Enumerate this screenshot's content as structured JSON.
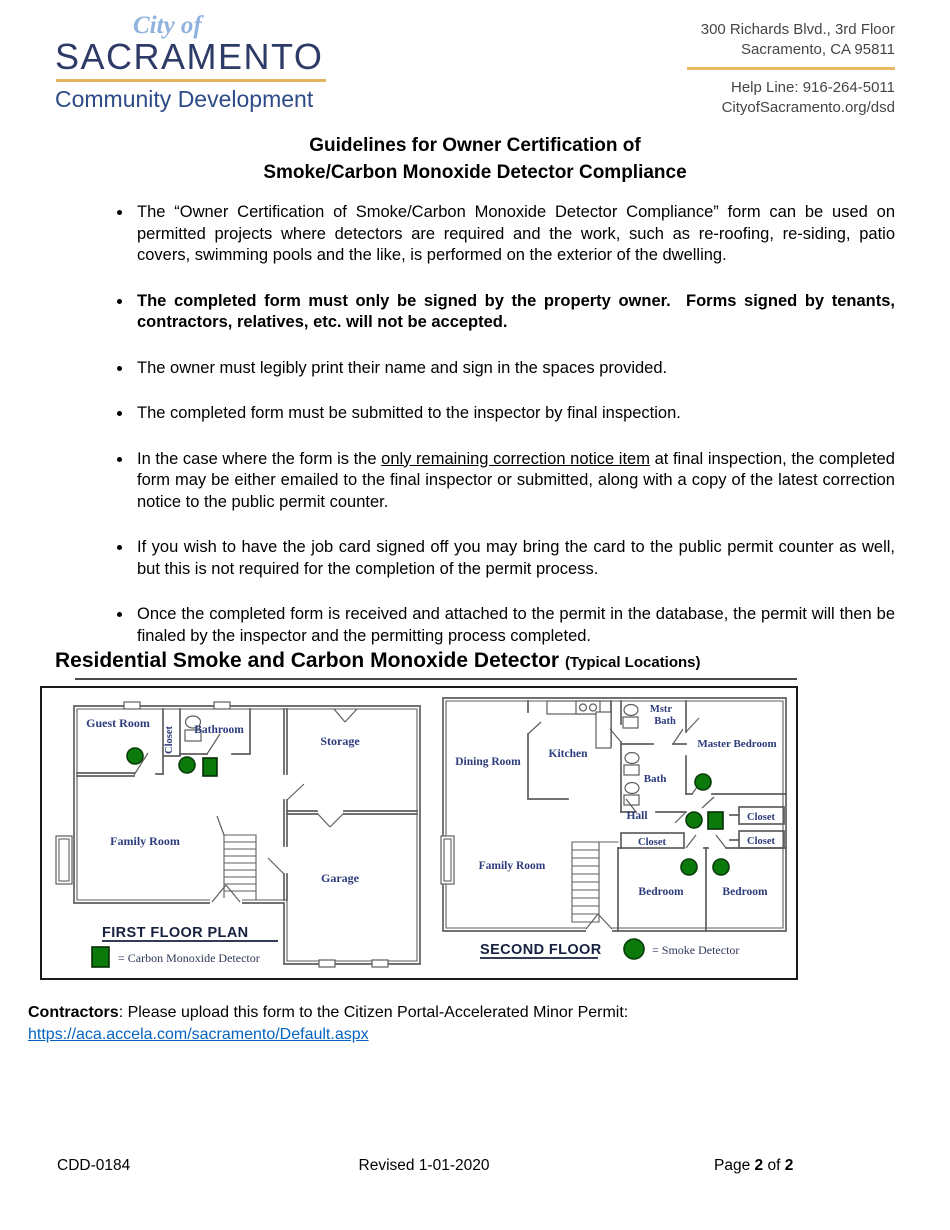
{
  "header": {
    "logo": {
      "city_of": "City of",
      "name": "SACRAMENTO",
      "dept": "Community Development"
    },
    "contact": {
      "address_line1": "300 Richards Blvd., 3rd Floor",
      "address_line2": "Sacramento, CA 95811",
      "help_line": "Help Line: 916-264-5011",
      "website": "CityofSacramento.org/dsd"
    }
  },
  "title": {
    "line1": "Guidelines for Owner Certification of",
    "line2": "Smoke/Carbon Monoxide Detector Compliance"
  },
  "bullets": {
    "b1": "The “Owner Certification of Smoke/Carbon Monoxide Detector Compliance” form can be used on permitted projects where detectors are required and the work, such as re-roofing, re-siding, patio covers, swimming pools and the like, is performed on the exterior of the dwelling.",
    "b2": "The completed form must only be signed by the property owner.  Forms signed by tenants, contractors, relatives, etc. will not be accepted.",
    "b3": "The owner must legibly print their name and sign in the spaces provided.",
    "b4": "The completed form must be submitted to the inspector by final inspection.",
    "b5_pre": "In the case where the form is the ",
    "b5_underline": "only remaining correction notice item",
    "b5_post": " at final inspection, the completed form may be either emailed to the final inspector or submitted, along with a copy of the latest correction notice to the public permit counter.",
    "b6": "If you wish to have the job card signed off you may bring the card to the public permit counter as well, but this is not required for the completion of the permit process.",
    "b7": "Once the completed form is received and attached to the permit in the database, the permit will then be finaled by the inspector and the permitting process completed."
  },
  "section": {
    "heading": "Residential Smoke and Carbon Monoxide Detector",
    "heading_suffix": "(Typical Locations)"
  },
  "diagram": {
    "first_floor": {
      "label": "FIRST FLOOR PLAN",
      "rooms": {
        "guest_room": "Guest Room",
        "closet": "Closet",
        "bathroom": "Bathroom",
        "storage": "Storage",
        "family_room": "Family Room",
        "garage": "Garage"
      },
      "legend": "= Carbon Monoxide Detector"
    },
    "second_floor": {
      "label": "SECOND FLOOR",
      "rooms": {
        "dining_room": "Dining Room",
        "kitchen": "Kitchen",
        "mstr_bath_line1": "Mstr",
        "mstr_bath_line2": "Bath",
        "master_bedroom": "Master Bedroom",
        "bath": "Bath",
        "hall": "Hall",
        "closet_right_top": "Closet",
        "closet_right_bottom": "Closet",
        "closet_center": "Closet",
        "family_room": "Family Room",
        "bedroom_left": "Bedroom",
        "bedroom_right": "Bedroom"
      },
      "legend": "= Smoke Detector"
    },
    "colors": {
      "detector_green": "#0b7a0b",
      "room_label_blue": "#2c3c7c",
      "gold_accent": "#e2b45e",
      "logo_navy": "#2e3b66",
      "link_blue": "#0563C1"
    }
  },
  "contractors": {
    "label": "Contractors",
    "text": ": Please upload this form to the Citizen Portal-Accelerated Minor Permit:",
    "link": "https://aca.accela.com/sacramento/Default.aspx"
  },
  "footer": {
    "doc_id": "CDD-0184",
    "revised": "Revised 1-01-2020",
    "page_pre": "Page ",
    "page_num": "2",
    "page_mid": " of ",
    "page_total": "2"
  }
}
